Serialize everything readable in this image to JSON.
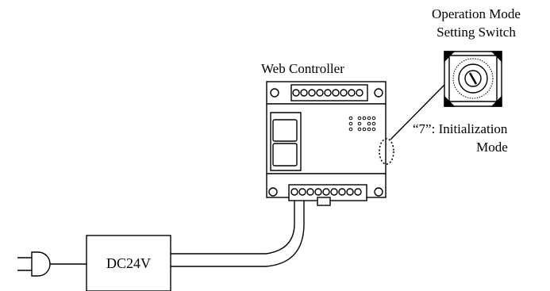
{
  "labels": {
    "controller_title": "Web Controller",
    "switch_title_line1": "Operation Mode",
    "switch_title_line2": "Setting Switch",
    "init_line1": "“7”: Initialization",
    "init_line2": "Mode",
    "power_supply": "DC24V"
  }
}
